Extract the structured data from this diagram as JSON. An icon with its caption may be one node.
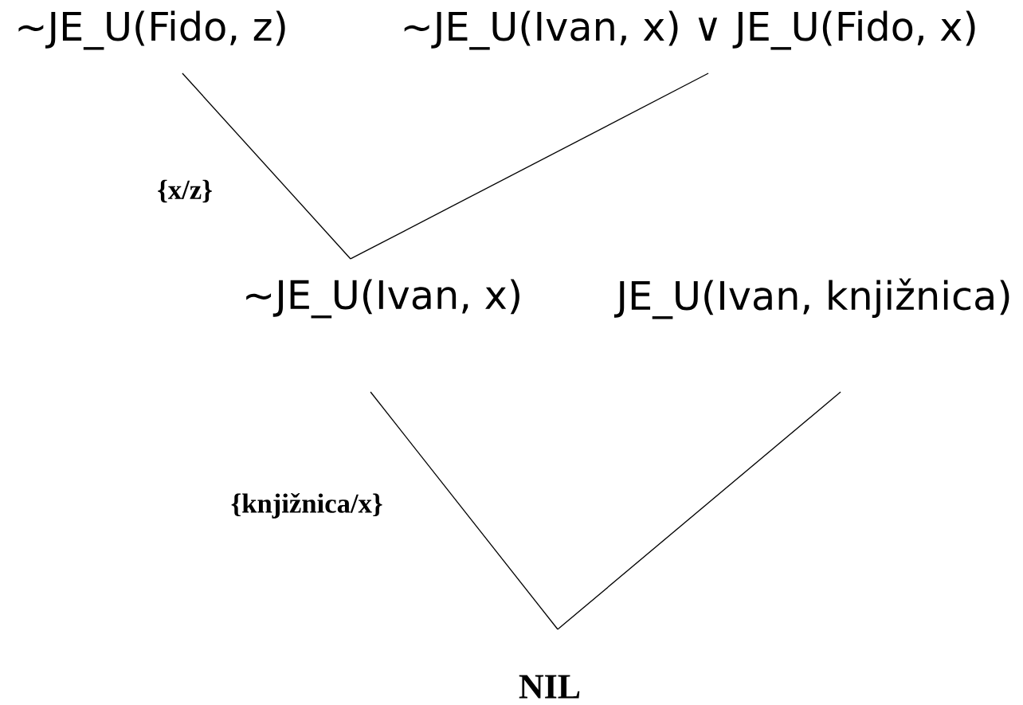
{
  "diagram": {
    "nodes": [
      {
        "text": [
          "~JE_U(Fido, z)"
        ]
      },
      {
        "text": [
          "~JE_U(Ivan, x) ∨ JE_U(Fido, x)"
        ]
      },
      {
        "text": [
          "~JE_U(Ivan, x)"
        ]
      },
      {
        "text": [
          "JE_U(Ivan, knjižnica)"
        ]
      },
      {
        "text": [
          "NIL"
        ]
      }
    ],
    "edges": [
      {
        "from": 0,
        "to": 2,
        "arrow": "none",
        "label": "{x/z}"
      },
      {
        "from": 1,
        "to": 2,
        "arrow": "none"
      },
      {
        "from": 2,
        "to": 4,
        "arrow": "none",
        "label": "{knjižnica/x}"
      },
      {
        "from": 3,
        "to": 4,
        "arrow": "none"
      }
    ]
  }
}
